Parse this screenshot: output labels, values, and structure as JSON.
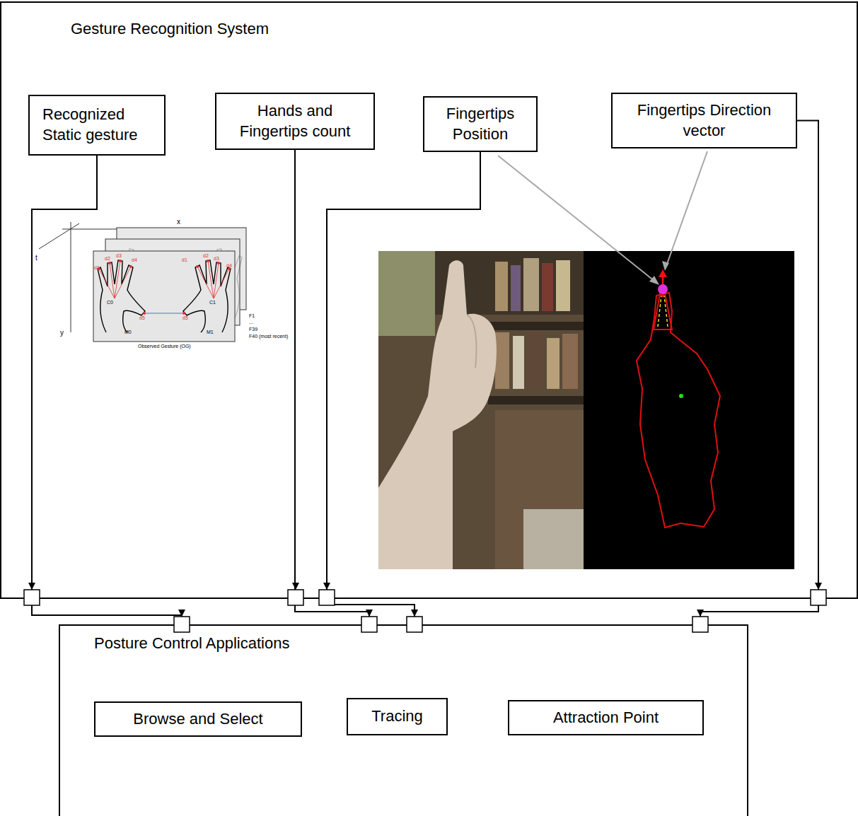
{
  "diagram": {
    "nodes": [
      {
        "text": [
          "Gesture Recognition System"
        ]
      },
      {
        "text": [
          "Recognized Static gesture"
        ],
        "in": 0
      },
      {
        "text": [
          "Hands and Fingertips count"
        ],
        "in": 0
      },
      {
        "text": [
          "Fingertips Position"
        ],
        "in": 0
      },
      {
        "text": [
          "Fingertips Direction vector"
        ],
        "in": 0
      },
      {
        "text": [
          "Posture Control Applications"
        ]
      },
      {
        "text": [
          "Browse and Select"
        ],
        "in": 5
      },
      {
        "text": [
          "Tracing"
        ],
        "in": 5
      },
      {
        "text": [
          "Attraction Point"
        ],
        "in": 5
      }
    ],
    "edges": [
      {
        "from": 1,
        "to": 5,
        "arrow": "to"
      },
      {
        "from": 2,
        "to": 5,
        "arrow": "to"
      },
      {
        "from": 3,
        "to": 5,
        "arrow": "to"
      },
      {
        "from": 4,
        "to": 5,
        "arrow": "to"
      }
    ],
    "labels": [
      "x",
      "t",
      "y",
      "d1",
      "d2",
      "d3",
      "d4",
      "C0",
      "d5",
      "M0",
      "d1",
      "d2",
      "d3",
      "d4",
      "C1",
      "d5",
      "M1",
      "F1",
      "...",
      "F39",
      "F40 (most recent)",
      "Observed Gesture (OG)"
    ]
  }
}
